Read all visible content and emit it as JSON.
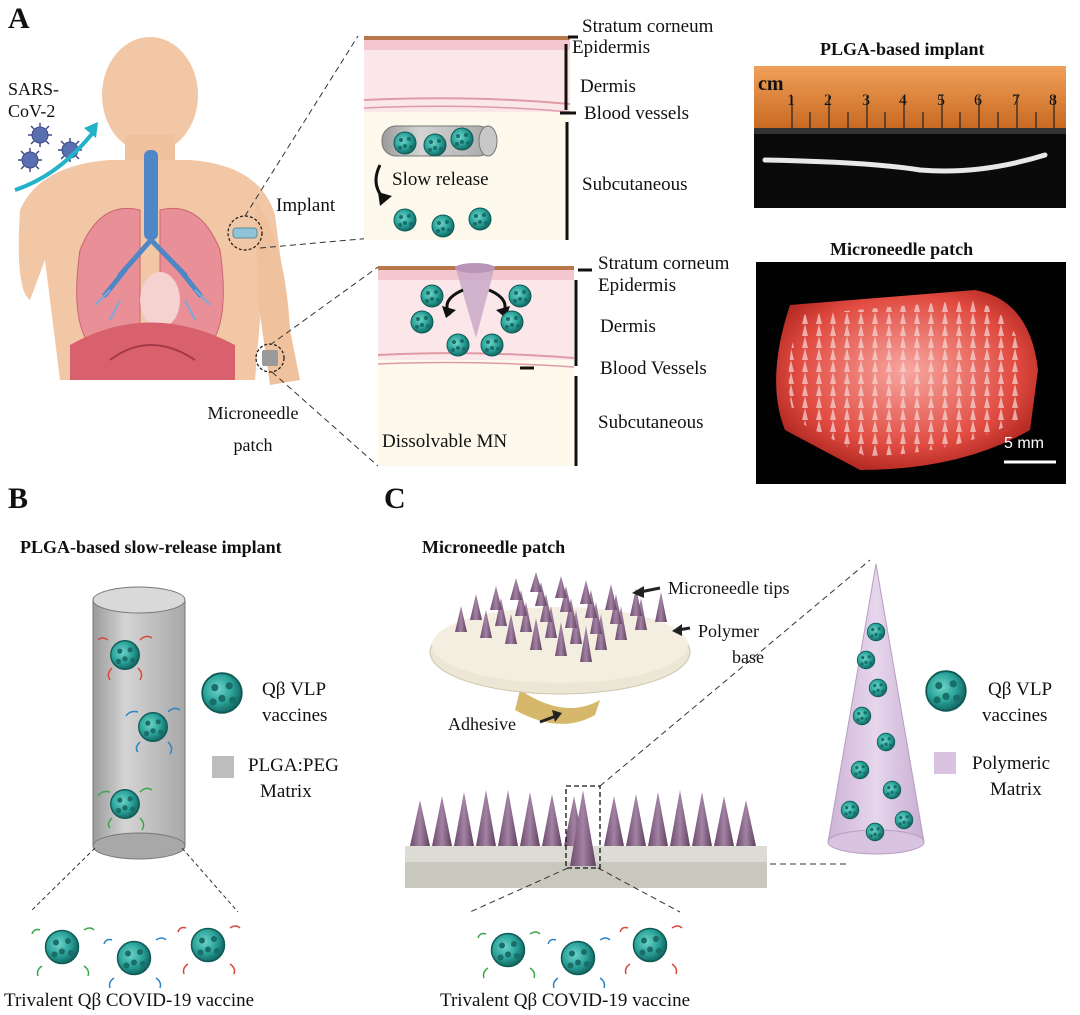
{
  "panel_a": {
    "letter": "A",
    "virus_label_1": "SARS-",
    "virus_label_2": "CoV-2",
    "implant_label": "Implant",
    "mn_label_1": "Microneedle",
    "mn_label_2": "patch",
    "skin_top": {
      "stratum": "Stratum corneum",
      "epidermis": "Epidermis",
      "dermis": "Dermis",
      "blood": "Blood vessels",
      "subcutaneous": "Subcutaneous",
      "release": "Slow release"
    },
    "skin_bottom": {
      "stratum": "Stratum corneum",
      "epidermis": "Epidermis",
      "dermis": "Dermis",
      "blood": "Blood Vessels",
      "subcutaneous": "Subcutaneous",
      "dissolvable": "Dissolvable MN"
    },
    "photo_implant": {
      "title": "PLGA-based implant",
      "unit": "cm",
      "ticks": [
        "1",
        "2",
        "3",
        "4",
        "5",
        "6",
        "7",
        "8"
      ]
    },
    "photo_patch": {
      "title": "Microneedle patch",
      "scale": "5 mm"
    }
  },
  "panel_b": {
    "letter": "B",
    "title": "PLGA-based slow-release implant",
    "legend_vlp_1": "Qβ VLP",
    "legend_vlp_2": "vaccines",
    "legend_matrix_1": "PLGA:PEG",
    "legend_matrix_2": "Matrix",
    "caption": "Trivalent Qβ COVID-19 vaccine"
  },
  "panel_c": {
    "letter": "C",
    "title": "Microneedle patch",
    "tips": "Microneedle tips",
    "base_1": "Polymer",
    "base_2": "base",
    "adhesive": "Adhesive",
    "legend_vlp_1": "Qβ VLP",
    "legend_vlp_2": "vaccines",
    "legend_matrix_1": "Polymeric",
    "legend_matrix_2": "Matrix",
    "caption": "Trivalent Qβ COVID-19 vaccine"
  },
  "colors": {
    "skin_tone": "#f2c7a5",
    "lung": "#e98f98",
    "trachea": "#4f86c6",
    "vlp": "#2aa39a",
    "plga_gray": "#bdbdbd",
    "polymer_pink": "#d9c3e0",
    "ruler_orange": "#e8893c",
    "patch_red": "#d9322e"
  },
  "icons": [
    "virus-icon",
    "arrow-icon",
    "vlp-particle-icon",
    "cylinder-icon",
    "cone-icon"
  ]
}
